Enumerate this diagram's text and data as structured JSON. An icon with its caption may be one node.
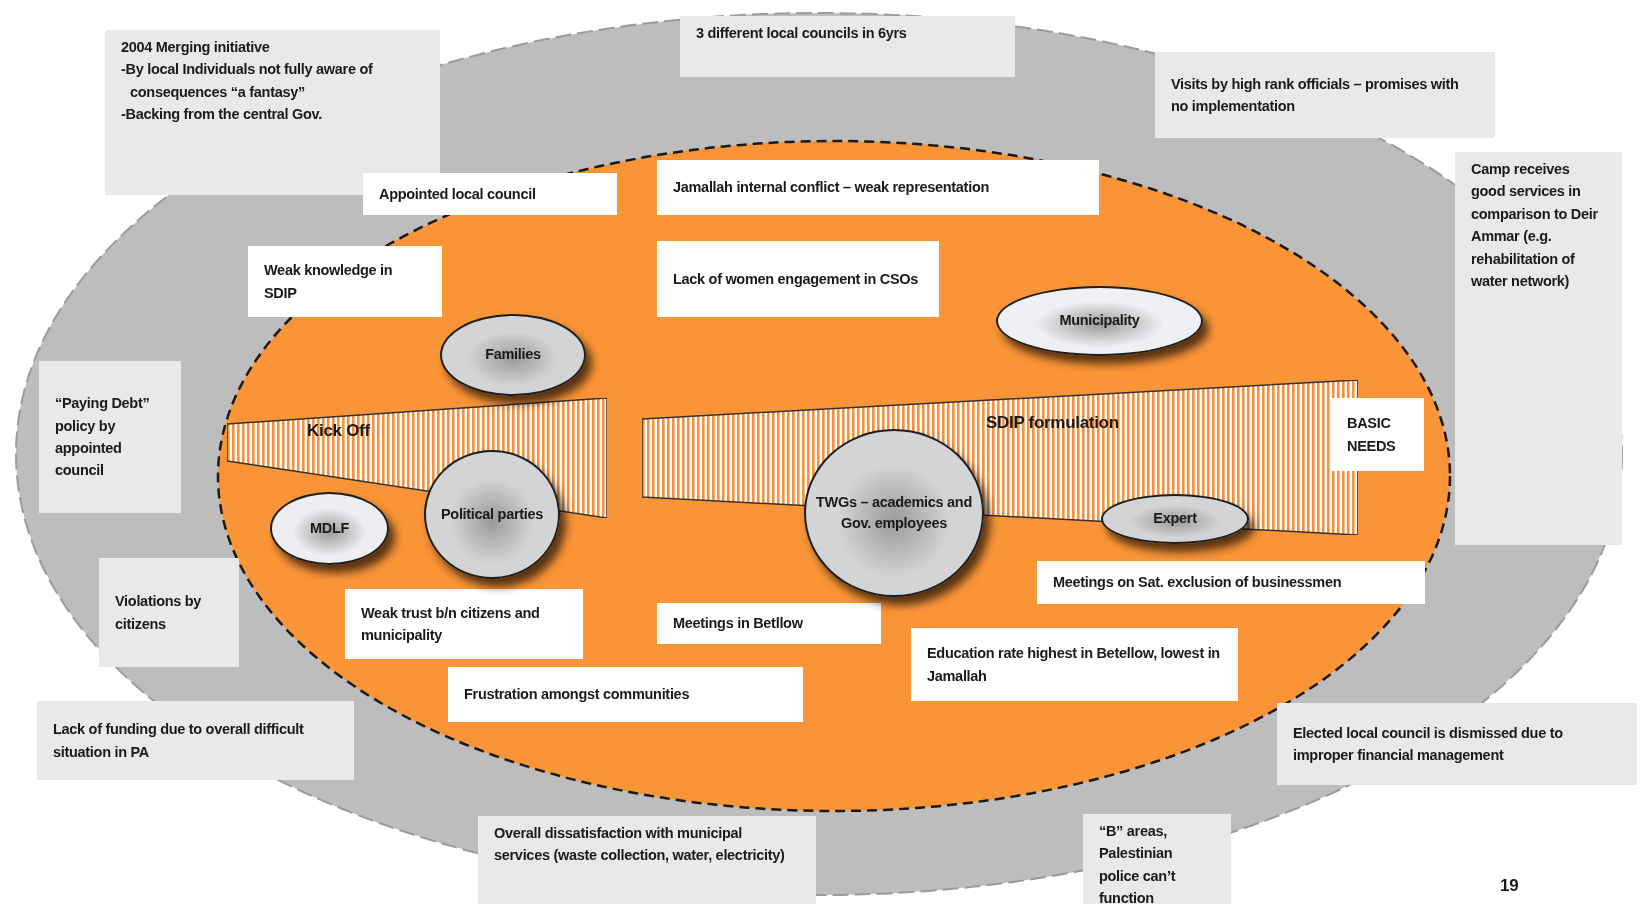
{
  "diagram": {
    "nodes": [
      {
        "text": [
          "2004 Merging initiative",
          "-By local Individuals not fully aware of consequences “a fantasy”",
          "-Backing from the central Gov."
        ]
      },
      {
        "text": [
          "3 different local councils in 6yrs"
        ]
      },
      {
        "text": [
          "Visits by high rank officials – promises with no implementation"
        ]
      },
      {
        "text": [
          "Camp receives good services in comparison to Deir Ammar (e.g. rehabilitation of water network)"
        ]
      },
      {
        "text": [
          "“Paying Debt” policy by appointed council"
        ]
      },
      {
        "text": [
          "Violations by citizens"
        ]
      },
      {
        "text": [
          "Lack of funding due to overall difficult situation in PA"
        ]
      },
      {
        "text": [
          "Overall dissatisfaction with municipal services (waste collection, water, electricity)"
        ]
      },
      {
        "text": [
          "“B” areas, Palestinian police can’t function"
        ]
      },
      {
        "text": [
          "Elected local council is dismissed due to improper financial management"
        ]
      },
      {
        "text": [
          "Appointed local council"
        ]
      },
      {
        "text": [
          "Jamallah internal conflict – weak representation"
        ]
      },
      {
        "text": [
          "Weak knowledge in SDIP"
        ]
      },
      {
        "text": [
          "Lack of women engagement in CSOs"
        ]
      },
      {
        "text": [
          "Families"
        ]
      },
      {
        "text": [
          "Municipality"
        ]
      },
      {
        "text": [
          "Kick Off"
        ]
      },
      {
        "text": [
          "SDIP formulation"
        ]
      },
      {
        "text": [
          "BASIC NEEDS"
        ]
      },
      {
        "text": [
          "MDLF"
        ]
      },
      {
        "text": [
          "Political parties"
        ]
      },
      {
        "text": [
          "TWGs – academics and Gov. employees"
        ]
      },
      {
        "text": [
          "Expert"
        ]
      },
      {
        "text": [
          "Meetings on Sat. exclusion of businessmen"
        ]
      },
      {
        "text": [
          "Weak trust b/n citizens and municipality"
        ]
      },
      {
        "text": [
          "Meetings in Betllow"
        ]
      },
      {
        "text": [
          "Education rate highest in Betellow, lowest in Jamallah"
        ]
      },
      {
        "text": [
          "Frustration amongst communities"
        ]
      }
    ],
    "labels": [
      "19"
    ]
  }
}
